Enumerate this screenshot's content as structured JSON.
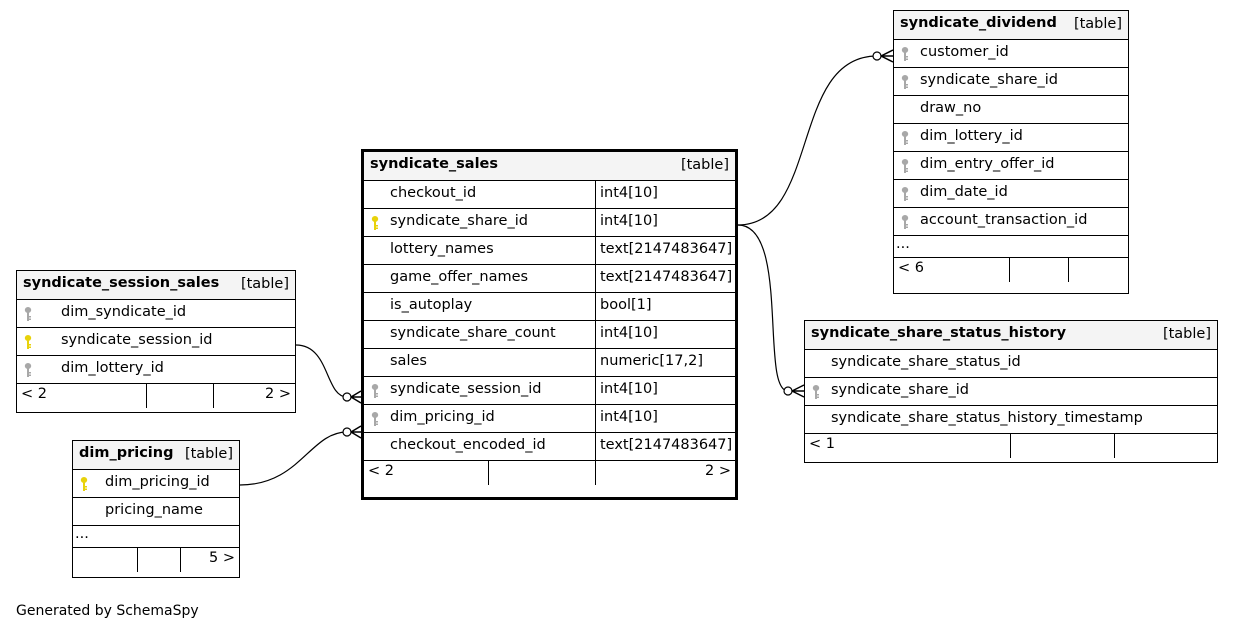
{
  "footer_credit": "Generated by SchemaSpy",
  "tables": {
    "syndicate_sales": {
      "name": "syndicate_sales",
      "kind": "[table]",
      "columns": [
        {
          "name": "checkout_id",
          "type": "int4[10]",
          "key": "none"
        },
        {
          "name": "syndicate_share_id",
          "type": "int4[10]",
          "key": "primary"
        },
        {
          "name": "lottery_names",
          "type": "text[2147483647]",
          "key": "none"
        },
        {
          "name": "game_offer_names",
          "type": "text[2147483647]",
          "key": "none"
        },
        {
          "name": "is_autoplay",
          "type": "bool[1]",
          "key": "none"
        },
        {
          "name": "syndicate_share_count",
          "type": "int4[10]",
          "key": "none"
        },
        {
          "name": "sales",
          "type": "numeric[17,2]",
          "key": "none"
        },
        {
          "name": "syndicate_session_id",
          "type": "int4[10]",
          "key": "foreign"
        },
        {
          "name": "dim_pricing_id",
          "type": "int4[10]",
          "key": "foreign"
        },
        {
          "name": "checkout_encoded_id",
          "type": "text[2147483647]",
          "key": "none"
        }
      ],
      "parents": "< 2",
      "children": "2 >"
    },
    "syndicate_dividend": {
      "name": "syndicate_dividend",
      "kind": "[table]",
      "columns": [
        {
          "name": "customer_id",
          "key": "foreign"
        },
        {
          "name": "syndicate_share_id",
          "key": "foreign"
        },
        {
          "name": "draw_no",
          "key": "none"
        },
        {
          "name": "dim_lottery_id",
          "key": "foreign"
        },
        {
          "name": "dim_entry_offer_id",
          "key": "foreign"
        },
        {
          "name": "dim_date_id",
          "key": "foreign"
        },
        {
          "name": "account_transaction_id",
          "key": "foreign"
        }
      ],
      "more": "...",
      "parents": "< 6",
      "children": ""
    },
    "syndicate_share_status_history": {
      "name": "syndicate_share_status_history",
      "kind": "[table]",
      "columns": [
        {
          "name": "syndicate_share_status_id",
          "key": "none"
        },
        {
          "name": "syndicate_share_id",
          "key": "foreign"
        },
        {
          "name": "syndicate_share_status_history_timestamp",
          "key": "none"
        }
      ],
      "parents": "< 1",
      "children": ""
    },
    "syndicate_session_sales": {
      "name": "syndicate_session_sales",
      "kind": "[table]",
      "columns": [
        {
          "name": "dim_syndicate_id",
          "key": "foreign"
        },
        {
          "name": "syndicate_session_id",
          "key": "primary"
        },
        {
          "name": "dim_lottery_id",
          "key": "foreign"
        }
      ],
      "parents": "< 2",
      "children": "2 >"
    },
    "dim_pricing": {
      "name": "dim_pricing",
      "kind": "[table]",
      "columns": [
        {
          "name": "dim_pricing_id",
          "key": "primary"
        },
        {
          "name": "pricing_name",
          "key": "none"
        }
      ],
      "more": "...",
      "parents": "",
      "children": "5 >"
    }
  },
  "colors": {
    "primary_key": "#e8d20a",
    "foreign_key": "#a8a8a8",
    "border": "#000000",
    "header_bg": "#f4f4f4"
  }
}
